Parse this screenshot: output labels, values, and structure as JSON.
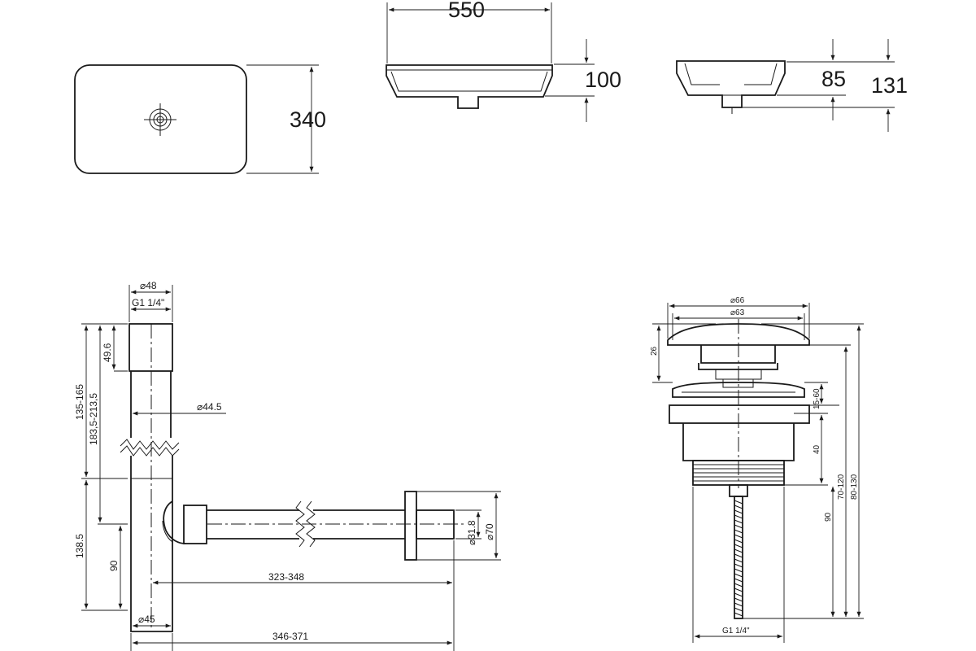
{
  "basin": {
    "width": "550",
    "depth": "340",
    "height_outer": "100",
    "height_inner": "85",
    "height_total": "131"
  },
  "siphon": {
    "outer_diameter": "⌀48",
    "thread": "G1 1/4\"",
    "top_height": "49.6",
    "adjust_range": "135-165",
    "length_range": "183,5-213,5",
    "inner_diameter": "⌀44.5",
    "lower_height": "138.5",
    "outlet_height": "90",
    "bottom_diameter": "⌀45",
    "horizontal_range": "323-348",
    "total_range": "346-371",
    "pipe_diameter": "⌀31.8",
    "flange_diameter": "⌀70"
  },
  "drain_valve": {
    "cap_diameter": "⌀66",
    "body_diameter": "⌀63",
    "cap_height": "26",
    "gap_range": "15-60",
    "body_height": "40",
    "stem_height": "90",
    "range_a": "70-120",
    "range_b": "80-130",
    "thread": "G1 1/4\""
  }
}
